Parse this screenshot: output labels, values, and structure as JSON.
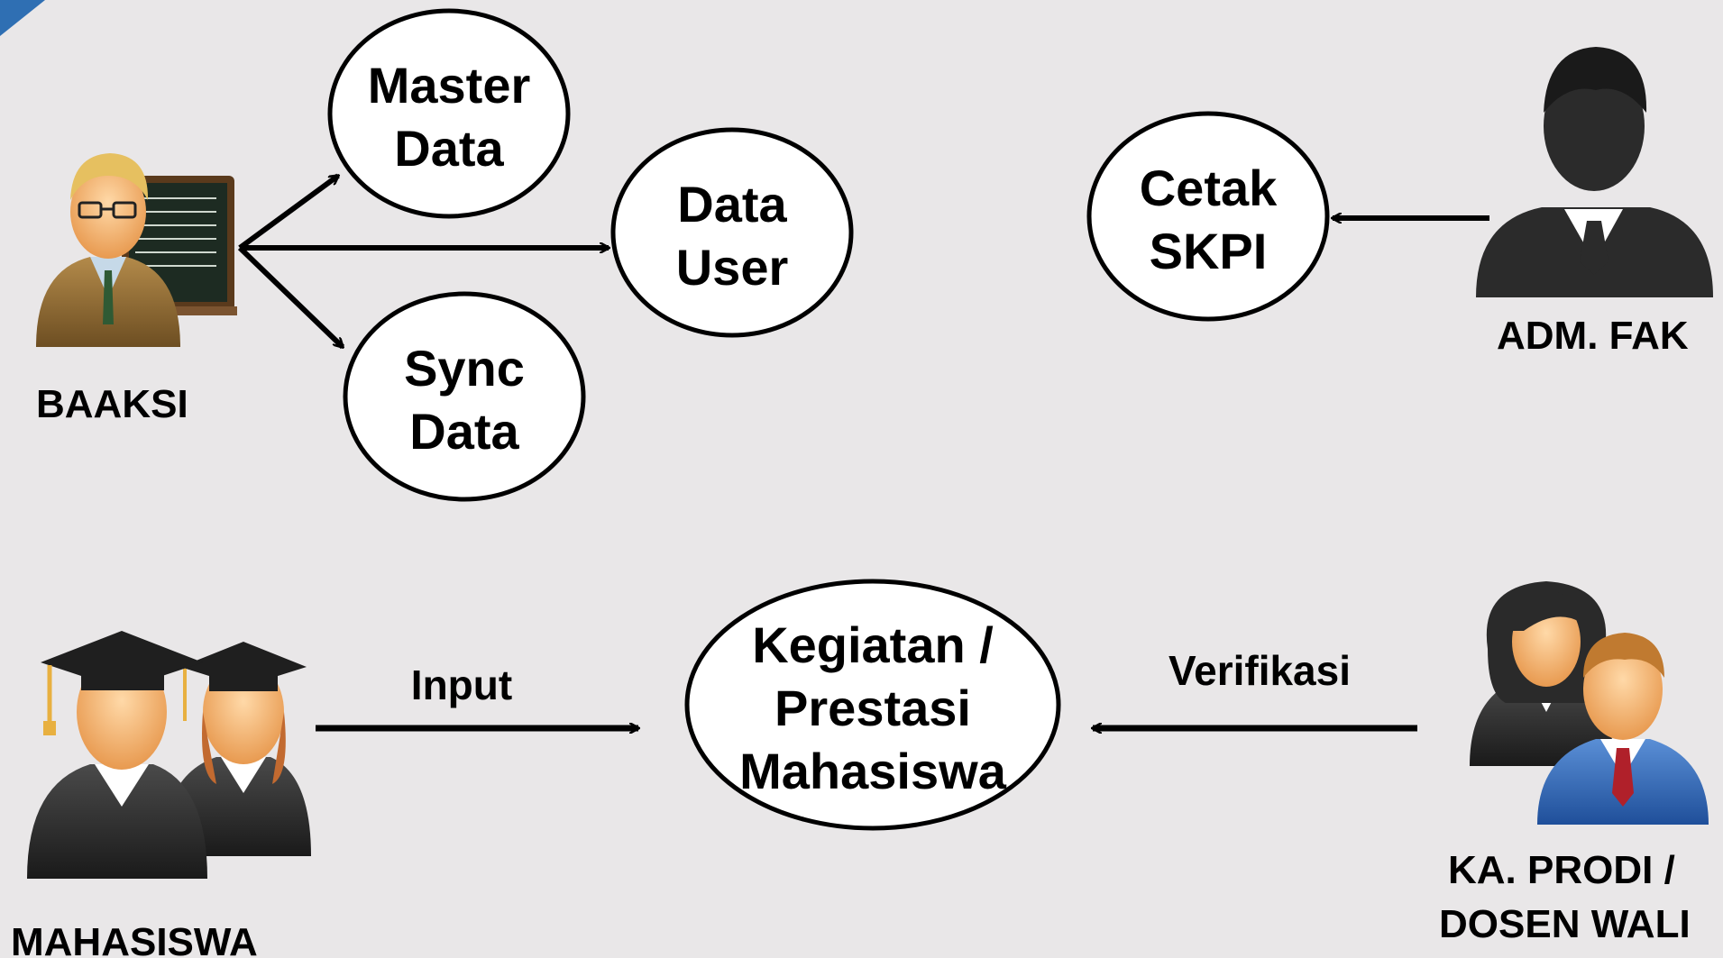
{
  "nodes": {
    "master_data": [
      "Master",
      "Data"
    ],
    "data_user": [
      "Data",
      "User"
    ],
    "sync_data": [
      "Sync",
      "Data"
    ],
    "cetak_skpi": [
      "Cetak",
      "SKPI"
    ],
    "kegiatan": [
      "Kegiatan /",
      "Prestasi",
      "Mahasiswa"
    ]
  },
  "actors": {
    "baaksi": "BAAKSI",
    "adm_fak": "ADM. FAK",
    "mahasiswa": "MAHASISWA",
    "ka_prodi": [
      "KA. PRODI /",
      "DOSEN WALI"
    ]
  },
  "edges": {
    "input": "Input",
    "verifikasi": "Verifikasi"
  },
  "colors": {
    "background": "#e9e7e8",
    "stroke": "#000000",
    "corner_accent": "#2f6fb3"
  },
  "icons": {
    "baaksi": "teacher-icon",
    "adm_fak": "businessman-icon",
    "mahasiswa": "graduates-icon",
    "ka_prodi": "staff-couple-icon"
  }
}
